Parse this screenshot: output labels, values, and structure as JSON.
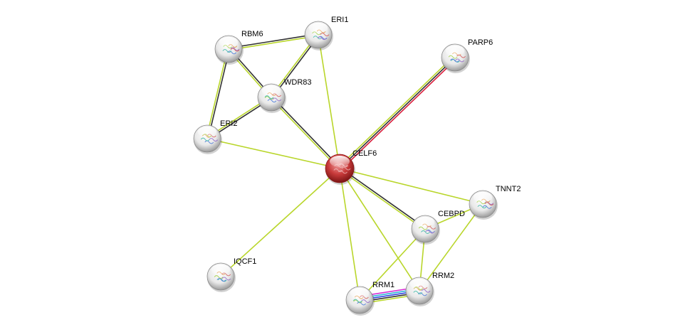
{
  "colors": {
    "textmining": "#b9d62b",
    "coexpression": "#333333",
    "experiments": "#d81e3c",
    "fusion": "#d52ad5",
    "cooccurrence": "#2b3ee0",
    "database": "#2fb5d6",
    "query_node": "#c0282d",
    "node": "#e6e6e6"
  },
  "nodes": [
    {
      "id": "RBM6",
      "label": "RBM6",
      "query": false,
      "icon": "protein-structure-icon"
    },
    {
      "id": "ERI1",
      "label": "ERI1",
      "query": false,
      "icon": "protein-structure-icon"
    },
    {
      "id": "PARP6",
      "label": "PARP6",
      "query": false,
      "icon": "protein-structure-icon"
    },
    {
      "id": "WDR83",
      "label": "WDR83",
      "query": false,
      "icon": "protein-structure-icon"
    },
    {
      "id": "ERI2",
      "label": "ERI2",
      "query": false,
      "icon": "protein-structure-icon"
    },
    {
      "id": "CELF6",
      "label": "CELF6",
      "query": true,
      "icon": "protein-structure-icon"
    },
    {
      "id": "TNNT2",
      "label": "TNNT2",
      "query": false,
      "icon": "protein-structure-icon"
    },
    {
      "id": "CEBPD",
      "label": "CEBPD",
      "query": false,
      "icon": "protein-structure-icon"
    },
    {
      "id": "IQCF1",
      "label": "IQCF1",
      "query": false,
      "icon": "protein-structure-icon"
    },
    {
      "id": "RRM1",
      "label": "RRM1",
      "query": false,
      "icon": "protein-structure-icon"
    },
    {
      "id": "RRM2",
      "label": "RRM2",
      "query": false,
      "icon": "protein-structure-icon"
    }
  ],
  "edges": [
    {
      "a": "RBM6",
      "b": "ERI1",
      "channels": [
        "coexpression",
        "textmining"
      ]
    },
    {
      "a": "RBM6",
      "b": "WDR83",
      "channels": [
        "coexpression",
        "textmining"
      ]
    },
    {
      "a": "RBM6",
      "b": "ERI2",
      "channels": [
        "coexpression",
        "textmining"
      ]
    },
    {
      "a": "ERI1",
      "b": "WDR83",
      "channels": [
        "coexpression",
        "textmining"
      ]
    },
    {
      "a": "ERI1",
      "b": "CELF6",
      "channels": [
        "textmining"
      ]
    },
    {
      "a": "WDR83",
      "b": "ERI2",
      "channels": [
        "coexpression",
        "textmining"
      ]
    },
    {
      "a": "WDR83",
      "b": "CELF6",
      "channels": [
        "coexpression",
        "textmining"
      ]
    },
    {
      "a": "ERI2",
      "b": "CELF6",
      "channels": [
        "textmining"
      ]
    },
    {
      "a": "PARP6",
      "b": "CELF6",
      "channels": [
        "experiments",
        "coexpression",
        "textmining"
      ]
    },
    {
      "a": "CELF6",
      "b": "TNNT2",
      "channels": [
        "textmining"
      ]
    },
    {
      "a": "CELF6",
      "b": "CEBPD",
      "channels": [
        "coexpression",
        "textmining"
      ]
    },
    {
      "a": "CELF6",
      "b": "IQCF1",
      "channels": [
        "textmining"
      ]
    },
    {
      "a": "CELF6",
      "b": "RRM1",
      "channels": [
        "textmining"
      ]
    },
    {
      "a": "CELF6",
      "b": "RRM2",
      "channels": [
        "textmining"
      ]
    },
    {
      "a": "TNNT2",
      "b": "CEBPD",
      "channels": [
        "textmining"
      ]
    },
    {
      "a": "TNNT2",
      "b": "RRM2",
      "channels": [
        "textmining"
      ]
    },
    {
      "a": "CEBPD",
      "b": "RRM1",
      "channels": [
        "textmining"
      ]
    },
    {
      "a": "CEBPD",
      "b": "RRM2",
      "channels": [
        "textmining"
      ]
    },
    {
      "a": "RRM1",
      "b": "RRM2",
      "channels": [
        "fusion",
        "database",
        "cooccurrence",
        "coexpression",
        "textmining"
      ]
    }
  ]
}
